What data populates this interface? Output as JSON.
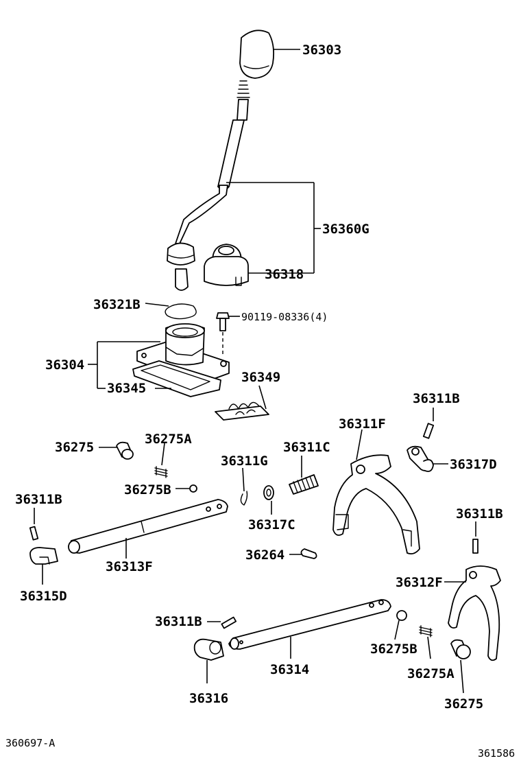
{
  "labels": {
    "p36303": "36303",
    "p36360G": "36360G",
    "p36318": "36318",
    "p36321B": "36321B",
    "p90119": "90119-08336(4)",
    "p36304": "36304",
    "p36345": "36345",
    "p36349": "36349",
    "p36311B_top": "36311B",
    "p36311F": "36311F",
    "p36317D": "36317D",
    "p36275_left": "36275",
    "p36275A_left": "36275A",
    "p36311G": "36311G",
    "p36311C": "36311C",
    "p36275B_left": "36275B",
    "p36311B_left": "36311B",
    "p36317C": "36317C",
    "p36311B_right": "36311B",
    "p36264": "36264",
    "p36313F": "36313F",
    "p36315D": "36315D",
    "p36312F": "36312F",
    "p36311B_bottom": "36311B",
    "p36275B_right": "36275B",
    "p36314": "36314",
    "p36275A_right": "36275A",
    "p36316": "36316",
    "p36275_right": "36275"
  },
  "footer": {
    "diagram_code": "360697-A",
    "page_code": "361586"
  }
}
